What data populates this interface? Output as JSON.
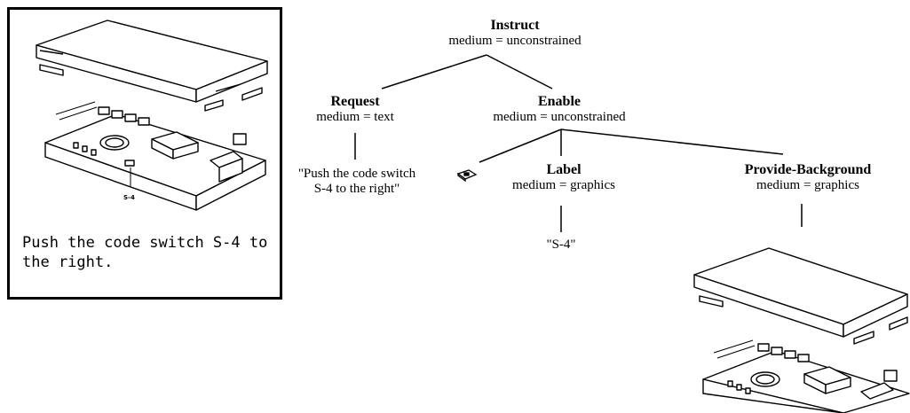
{
  "figure_panel": {
    "switch_label": "S-4",
    "caption": "Push the code switch S-4 to the right."
  },
  "tree": {
    "root": {
      "title": "Instruct",
      "medium": "medium = unconstrained"
    },
    "request": {
      "title": "Request",
      "medium": "medium = text",
      "leaf_line1": "\"Push the code switch",
      "leaf_line2": "S-4 to the right\""
    },
    "enable": {
      "title": "Enable",
      "medium": "medium = unconstrained"
    },
    "label": {
      "title": "Label",
      "medium": "medium = graphics",
      "leaf": "\"S-4\""
    },
    "provide_background": {
      "title": "Provide-Background",
      "medium": "medium = graphics"
    }
  }
}
